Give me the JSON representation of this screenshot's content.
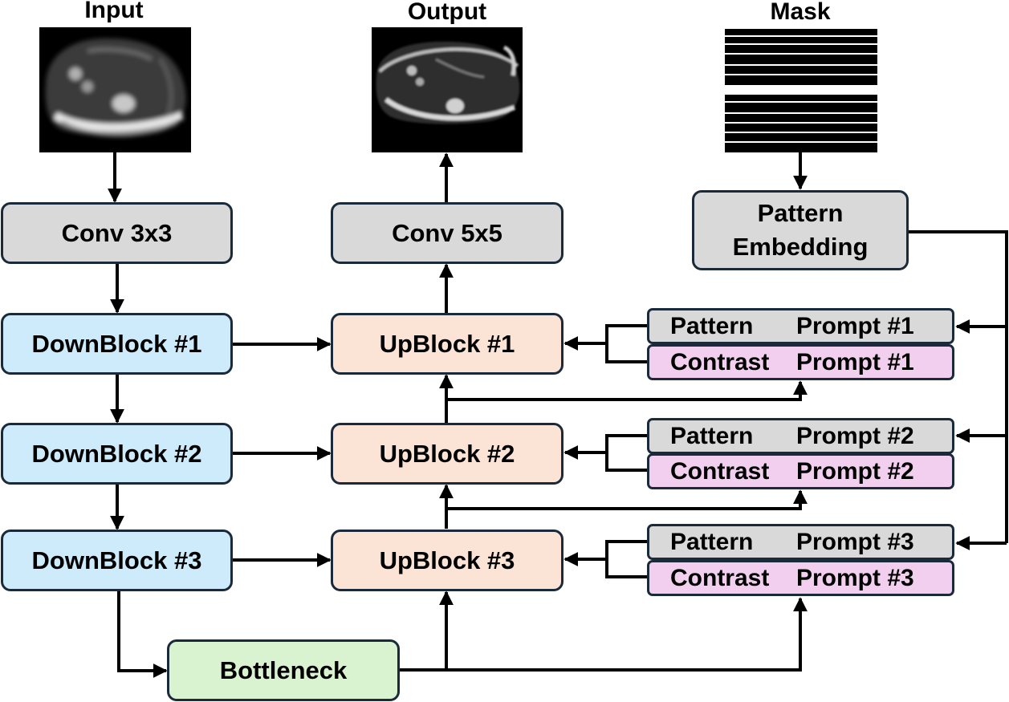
{
  "headers": {
    "input": "Input",
    "output": "Output",
    "mask": "Mask"
  },
  "blocks": {
    "conv_in": "Conv 3x3",
    "conv_out": "Conv 5x5",
    "pattern_embedding": "Pattern\nEmbedding",
    "down1": "DownBlock #1",
    "down2": "DownBlock #2",
    "down3": "DownBlock #3",
    "up1": "UpBlock #1",
    "up2": "UpBlock #2",
    "up3": "UpBlock #3",
    "bottleneck": "Bottleneck"
  },
  "prompts": [
    {
      "pattern_word": "Pattern",
      "pattern_tag": "Prompt #1",
      "contrast_word": "Contrast",
      "contrast_tag": "Prompt #1"
    },
    {
      "pattern_word": "Pattern",
      "pattern_tag": "Prompt #2",
      "contrast_word": "Contrast",
      "contrast_tag": "Prompt #2"
    },
    {
      "pattern_word": "Pattern",
      "pattern_tag": "Prompt #3",
      "contrast_word": "Contrast",
      "contrast_tag": "Prompt #3"
    }
  ],
  "colors": {
    "conv": "#d9d9d9",
    "down": "#cdebfa",
    "up": "#fbe3d6",
    "bottleneck": "#d9f2d0",
    "contrast_prompt": "#f2cfef",
    "pattern_prompt": "#d9d9d9"
  }
}
